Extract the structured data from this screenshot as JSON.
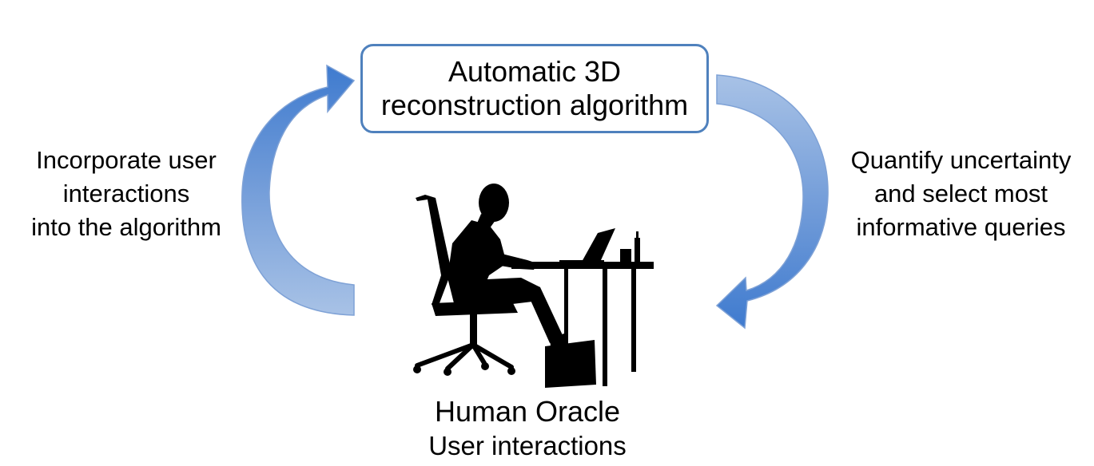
{
  "algorithm_box": {
    "line1": "Automatic 3D",
    "line2": "reconstruction algorithm"
  },
  "left_label": {
    "line1": "Incorporate user",
    "line2": "interactions",
    "line3": "into the algorithm"
  },
  "right_label": {
    "line1": "Quantify uncertainty",
    "line2": "and select most",
    "line3": "informative queries"
  },
  "oracle": {
    "title": "Human Oracle",
    "subtitle": "User interactions"
  },
  "colors": {
    "arrow_light": "#9cb9e0",
    "arrow_dark": "#3f7bcf",
    "box_border": "#4f81bd",
    "silhouette": "#000000"
  },
  "icons": {
    "oracle": "person-at-desk-icon",
    "left_arrow": "curved-arrow-up-icon",
    "right_arrow": "curved-arrow-down-icon"
  }
}
